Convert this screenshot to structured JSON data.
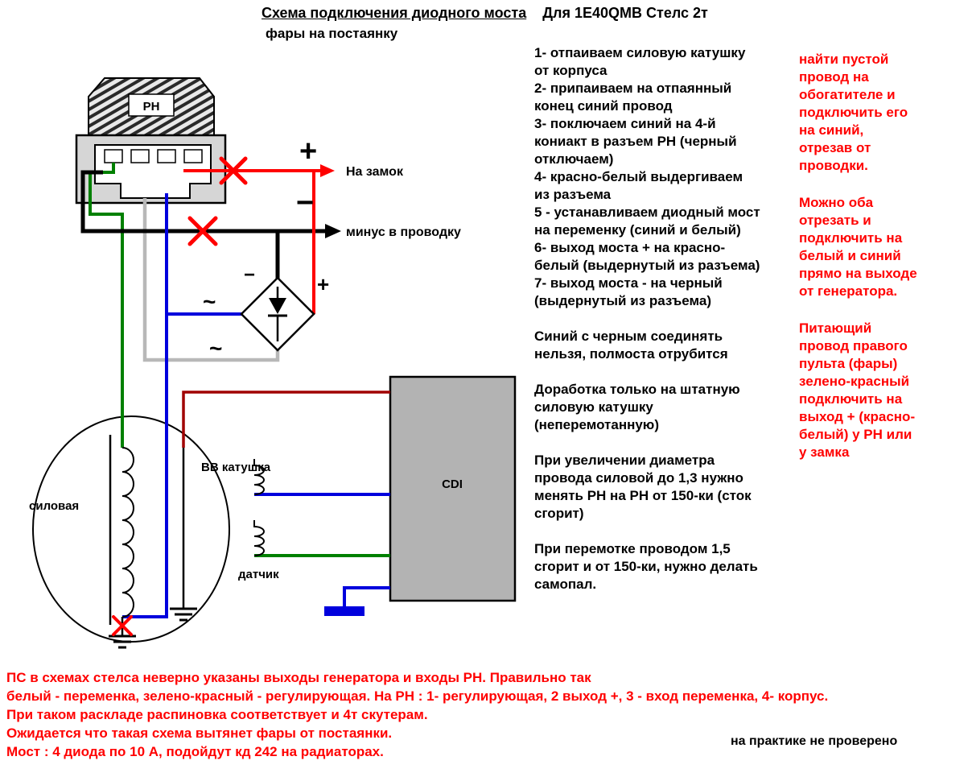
{
  "title": {
    "main": "Схема подключения диодного моста",
    "model": "Для 1E40QMB  Стелс 2т",
    "subtitle": "фары на постаянку"
  },
  "diagram": {
    "regulator_label": "РН",
    "plus_sign": "+",
    "lock_label": "На замок",
    "minus_sign": "−",
    "minus_label": "минус в проводку",
    "bridge_minus": "−",
    "bridge_plus": "+",
    "ac_left": "~",
    "ac_bottom": "~",
    "power_coil_label": "силовая",
    "hv_coil_label": "ВВ катушка",
    "sensor_label": "датчик",
    "cdi_label": "CDI",
    "colors": {
      "red": "#ff0000",
      "dark_red": "#a00000",
      "green": "#008000",
      "blue": "#0000dd",
      "white_wire": "#b8b8b8",
      "black": "#000000",
      "cut": "#ff0000"
    }
  },
  "steps": [
    "1- отпаиваем силовую катушку от корпуса",
    "2- припаиваем на отпаянный конец синий провод",
    "3- поключаем синий на 4-й кониакт в разъем РН (черный отключаем)",
    "4- красно-белый выдергиваем из разъема",
    "5 - устанавливаем диодный мост на переменку (синий и белый)",
    "6- выход моста + на красно-белый (выдернутый из разъема)",
    "7- выход моста - на черный (выдернутый из разъема)"
  ],
  "notes": [
    "Синий с черным соединять нельзя, полмоста отрубится",
    "Доработка только на штатную силовую катушку (неперемотанную)",
    "При увеличении диаметра провода силовой до 1,3 нужно менять РН на РН от 150-ки (сток сгорит)",
    "При перемотке проводом 1,5 сгорит и от 150-ки, нужно делать самопал."
  ],
  "red_notes": [
    "найти пустой провод на обогатителе и подключить его на синий, отрезав от проводки.",
    "Можно оба отрезать и подключить на белый и синий прямо на выходе от генератора.",
    "Питающий провод правого пульта (фары) зелено-красный  подключить на выход + (красно-белый) у РН или у замка"
  ],
  "footer": {
    "lines": [
      "ПС в схемах стелса неверно указаны выходы генератора и входы РН. Правильно так",
      "белый - переменка, зелено-красный - регулирующая. На РН : 1- регулирующая, 2 выход +, 3 - вход переменка, 4- корпус.",
      "При таком раскладе распиновка соответствует и 4т скутерам.",
      "Ожидается что такая схема вытянет фары от постаянки.",
      "Мост : 4 диода по 10 А, подойдут кд 242 на радиаторах."
    ],
    "disclaimer": "на практике не проверено"
  }
}
